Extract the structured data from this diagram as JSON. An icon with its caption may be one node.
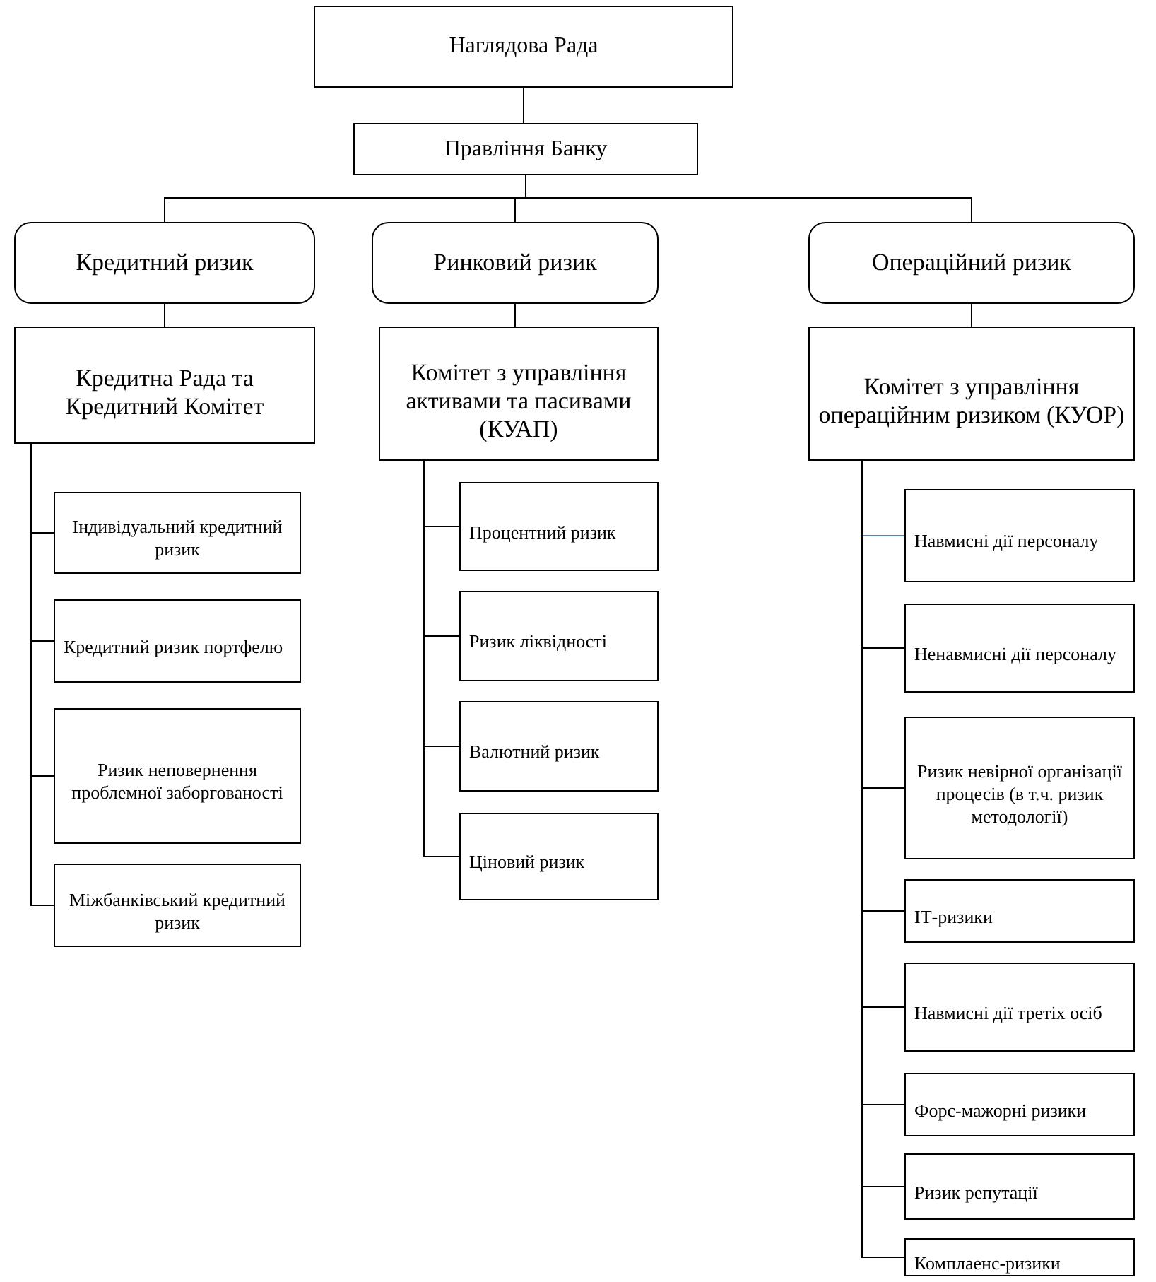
{
  "diagram": {
    "nodes": [
      {
        "text": [
          "Наглядова Рада"
        ]
      },
      {
        "text": [
          "Правління Банку"
        ]
      },
      {
        "text": [
          "Кредитний ризик"
        ]
      },
      {
        "text": [
          "Ринковий ризик"
        ]
      },
      {
        "text": [
          "Операційний ризик"
        ]
      },
      {
        "text": [
          "Кредитна Рада та Кредитний Комітет"
        ]
      },
      {
        "text": [
          "Комітет з управління активами та пасивами (КУАП)"
        ]
      },
      {
        "text": [
          "Комітет з управління операційним ризиком (КУОР)"
        ]
      },
      {
        "text": [
          "Індивідуальний кредитний ризик"
        ]
      },
      {
        "text": [
          "Кредитний ризик портфелю"
        ]
      },
      {
        "text": [
          "Ризик неповернення проблемної заборгованості"
        ]
      },
      {
        "text": [
          "Міжбанківський кредитний ризик"
        ]
      },
      {
        "text": [
          "Процентний ризик"
        ]
      },
      {
        "text": [
          "Ризик ліквідності"
        ]
      },
      {
        "text": [
          "Валютний ризик"
        ]
      },
      {
        "text": [
          "Ціновий ризик"
        ]
      },
      {
        "text": [
          "Навмисні дії персоналу"
        ]
      },
      {
        "text": [
          "Ненавмисні дії персоналу"
        ]
      },
      {
        "text": [
          "Ризик невірної організації процесів (в т.ч. ризик методології)"
        ]
      },
      {
        "text": [
          "ІТ-ризики"
        ]
      },
      {
        "text": [
          "Навмисні дії третіх осіб"
        ]
      },
      {
        "text": [
          "Форс-мажорні ризики"
        ]
      },
      {
        "text": [
          "Ризик репутації"
        ]
      },
      {
        "text": [
          "Комплаенс-ризики"
        ]
      }
    ],
    "edges": [
      {
        "from": 0,
        "to": 1,
        "arrow": "none"
      },
      {
        "from": 1,
        "to": 2,
        "arrow": "none"
      },
      {
        "from": 1,
        "to": 3,
        "arrow": "none"
      },
      {
        "from": 1,
        "to": 4,
        "arrow": "none"
      },
      {
        "from": 2,
        "to": 5,
        "arrow": "none"
      },
      {
        "from": 3,
        "to": 6,
        "arrow": "none"
      },
      {
        "from": 4,
        "to": 7,
        "arrow": "none"
      },
      {
        "from": 5,
        "to": 8,
        "arrow": "none"
      },
      {
        "from": 5,
        "to": 9,
        "arrow": "none"
      },
      {
        "from": 5,
        "to": 10,
        "arrow": "none"
      },
      {
        "from": 5,
        "to": 11,
        "arrow": "none"
      },
      {
        "from": 6,
        "to": 12,
        "arrow": "none"
      },
      {
        "from": 6,
        "to": 13,
        "arrow": "none"
      },
      {
        "from": 6,
        "to": 14,
        "arrow": "none"
      },
      {
        "from": 6,
        "to": 15,
        "arrow": "none"
      },
      {
        "from": 7,
        "to": 16,
        "arrow": "none",
        "color": "#4f81bd"
      },
      {
        "from": 7,
        "to": 17,
        "arrow": "none"
      },
      {
        "from": 7,
        "to": 18,
        "arrow": "none"
      },
      {
        "from": 7,
        "to": 19,
        "arrow": "none"
      },
      {
        "from": 7,
        "to": 20,
        "arrow": "none"
      },
      {
        "from": 7,
        "to": 21,
        "arrow": "none"
      },
      {
        "from": 7,
        "to": 22,
        "arrow": "none"
      },
      {
        "from": 7,
        "to": 23,
        "arrow": "none"
      }
    ]
  }
}
